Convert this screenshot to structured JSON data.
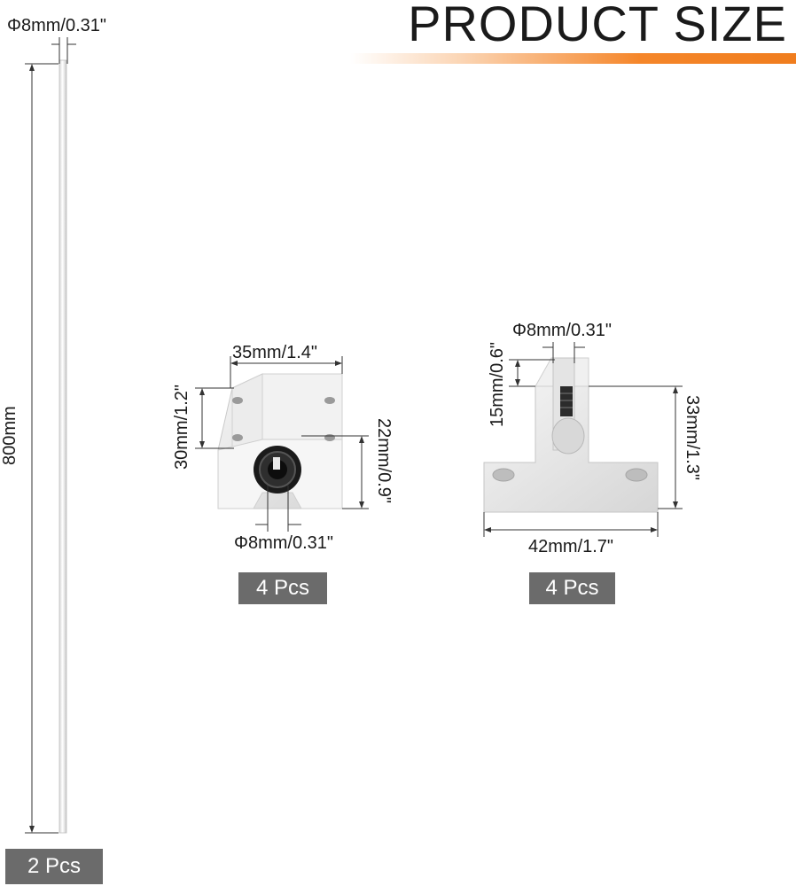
{
  "title": "PRODUCT SIZE",
  "accent_color": "#f07d1e",
  "rod": {
    "diameter_label": "Φ8mm/0.31\"",
    "length_label": "800mm",
    "qty_label": "2 Pcs"
  },
  "bearing_block": {
    "width_label": "35mm/1.4\"",
    "hole_spacing_label": "30mm/1.2\"",
    "height_label": "22mm/0.9\"",
    "bore_label": "Φ8mm/0.31\"",
    "qty_label": "4 Pcs"
  },
  "shaft_support": {
    "bore_label": "Φ8mm/0.31\"",
    "center_height_label": "15mm/0.6\"",
    "total_height_label": "33mm/1.3\"",
    "width_label": "42mm/1.7\"",
    "qty_label": "4 Pcs"
  }
}
